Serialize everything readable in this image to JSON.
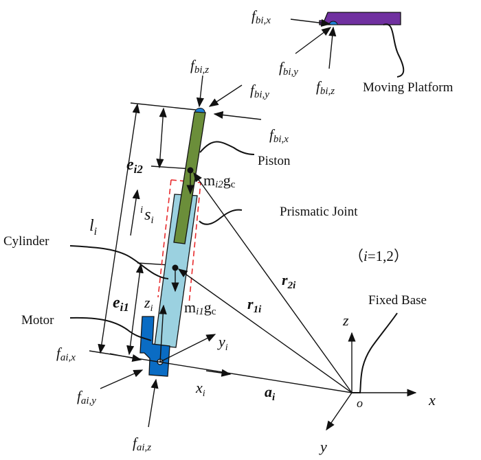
{
  "diagram": {
    "type": "mechanism-schematic",
    "colors": {
      "moving_platform": "#7030A0",
      "piston": "#6B8E3A",
      "cylinder": "#9BD1E0",
      "motor": "#0A6CC4",
      "joint_ball": "#1F7FD6",
      "prismatic_joint_box": "#E8292B",
      "line": "#111111"
    },
    "components": {
      "moving_platform": "Moving Platform",
      "piston": "Piston",
      "prismatic_joint": "Prismatic Joint",
      "cylinder": "Cylinder",
      "motor": "Motor",
      "fixed_base": "Fixed Base"
    },
    "index_note": {
      "open": "（",
      "var": "i",
      "rest": "=1,2",
      "close": "）"
    },
    "forces_top_platform": [
      {
        "f": "f",
        "sub": "bi,x"
      },
      {
        "f": "f",
        "sub": "bi,y"
      },
      {
        "f": "f",
        "sub": "bi,z"
      }
    ],
    "forces_top_leg": [
      {
        "f": "f",
        "sub": "bi,z"
      },
      {
        "f": "f",
        "sub": "bi,y"
      },
      {
        "f": "f",
        "sub": "bi,x"
      }
    ],
    "forces_bottom": [
      {
        "f": "f",
        "sub": "ai,x"
      },
      {
        "f": "f",
        "sub": "ai,y"
      },
      {
        "f": "f",
        "sub": "ai,z"
      }
    ],
    "dimensions": {
      "e_i2": {
        "base": "e",
        "sub": "i2"
      },
      "e_i1": {
        "base": "e",
        "sub": "i1"
      },
      "l_i": {
        "base": "l",
        "sub": "i"
      },
      "s_i": {
        "sup": "i",
        "base": "s",
        "sub": "i"
      }
    },
    "weights": {
      "piston": {
        "m": "m",
        "sub": "i2",
        "g": "g",
        "gsub": "c"
      },
      "cylinder": {
        "m": "m",
        "sub": "i1",
        "g": "g",
        "gsub": "c"
      }
    },
    "vectors": {
      "r2": {
        "base": "r",
        "sub": "2i"
      },
      "r1": {
        "base": "r",
        "sub": "1i"
      },
      "a": {
        "base": "a",
        "sub": "i"
      }
    },
    "local_axes": {
      "x": {
        "base": "x",
        "sub": "i"
      },
      "y": {
        "base": "y",
        "sub": "i"
      },
      "z": {
        "base": "z",
        "sub": "i"
      }
    },
    "global_axes": {
      "x": "x",
      "y": "y",
      "z": "z",
      "origin": "o"
    }
  }
}
